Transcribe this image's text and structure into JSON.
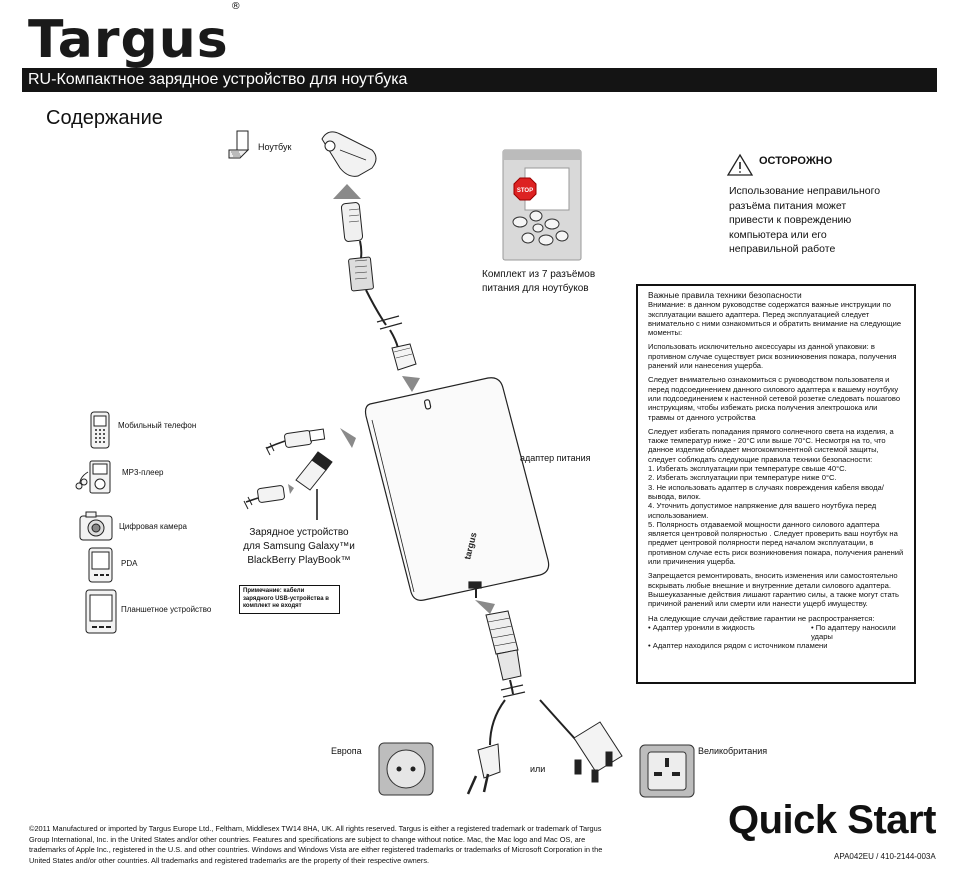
{
  "brand": {
    "name": "Targus",
    "reg": "®"
  },
  "header_bar": "RU-Компактное зарядное устройство для ноутбука",
  "contents_title": "Содержание",
  "labels": {
    "laptop": "Ноутбук",
    "tips_kit_line1": "Комплект из 7 разъёмов",
    "tips_kit_line2": "питания для ноутбуков",
    "adapter": "адаптер питания",
    "mobile_phone": "Мобильный телефон",
    "mp3": "MP3-плеер",
    "camera": "Цифровая камера",
    "pda": "PDA",
    "tablet": "Планшетное устройство",
    "charger_line1": "Зарядное устройство",
    "charger_line2": "для Samsung Galaxy™и",
    "charger_line3": "BlackBerry PlayBook™",
    "europe": "Европа",
    "or": "или",
    "uk": "Великобритания",
    "stop": "STOP"
  },
  "note": "Примечание: кабели зарядного USB-устройства в комплект не входят",
  "caution": {
    "title": "ОСТОРОЖНО",
    "lines": [
      "Использование неправильного",
      "разъёма питания может",
      "привести к повреждению",
      "компьютера или его",
      "неправильной работе"
    ]
  },
  "safety": {
    "title": "Важные правила техники безопасности",
    "p1": "Внимание: в данном руководстве содержатся важные инструкции по эксплуатации вашего адаптера. Перед эксплуатацией следует внимательно с ними ознакомиться и обратить внимание на следующие моменты:",
    "p2": "Использовать исключительно аксессуары из данной упаковки: в противном случае существует риск возникновения пожара, получения ранений или нанесения ущерба.",
    "p3": "Следует внимательно ознакомиться с руководством пользователя и перед подсоединением данного силового адаптера к вашему ноутбуку или подсоединением к настенной сетевой розетке следовать пошагово инструкциям, чтобы избежать риска получения электрошока или травмы от данного устройства",
    "p4": "Следует избегать попадания прямого солнечного света на изделия, а также температур ниже - 20°C или выше 70°C. Несмотря на то, что данное изделие обладает многокомпонентной системой защиты, следует соблюдать следующие правила техники безопасности:",
    "items": [
      "1. Избегать эксплуатации при температуре свыше 40°C.",
      "2. Избегать эксплуатации при температуре ниже 0°C.",
      "3. Не использовать адаптер в случаях повреждения кабеля ввода/вывода, вилок.",
      "4. Уточнить допустимое напряжение для вашего ноутбука перед использованием.",
      "5. Полярность отдаваемой мощности данного силового адаптера является центровой полярностью . Следует проверить ваш ноутбук на предмет центровой полярности перед началом эксплуатации, в противном случае есть риск возникновения пожара, получения ранений или причинения ущерба."
    ],
    "p5": "Запрещается ремонтировать, вносить изменения или самостоятельно вскрывать любые внешние и внутренние детали силового адаптера. Вышеуказанные действия лишают гарантию силы, а также могут стать причиной ранений или смерти или нанести ущерб имуществу.",
    "p6": "На следующие случаи действие гарантии не распространяется:",
    "w1": "• Адаптер уронили в жидкость",
    "w2": "• По адаптеру наносили удары",
    "w3": "• Адаптер находился рядом с источником пламени"
  },
  "copyright": "©2011 Manufactured or imported by Targus Europe Ltd., Feltham, Middlesex TW14 8HA, UK. All rights reserved. Targus is either a registered trademark or trademark of Targus Group International, Inc. in the United States and/or other countries. Features and specifications are subject to change without notice. Mac, the Mac logo and Mac OS, are trademarks of Apple Inc., registered in the U.S. and other countries. Windows and Windows Vista are either registered trademarks or trademarks of Microsoft Corporation in the United States  and/or other countries. All trademarks and registered trademarks are the property of their respective owners.",
  "quick_start": "Quick Start",
  "part_number": "APA042EU / 410-2144-003A",
  "adapter_brand": "targus"
}
